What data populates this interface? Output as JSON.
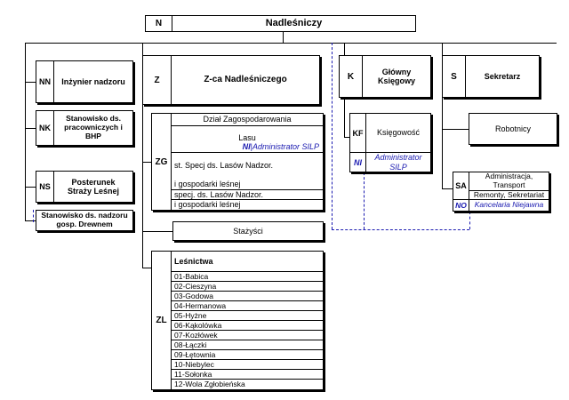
{
  "top": {
    "code": "N",
    "label": "Nadleśniczy"
  },
  "nn": {
    "code": "NN",
    "label": "Inżynier nadzoru"
  },
  "nk": {
    "code": "NK",
    "label": "Stanowisko ds. pracowniczych i BHP"
  },
  "ns": {
    "code": "NS",
    "label": "Posterunek Straży Leśnej"
  },
  "sn": {
    "label": "Stanowisko ds. nadzoru gosp. Drewnem"
  },
  "z": {
    "code": "Z",
    "label": "Z-ca Nadleśniczego"
  },
  "zg": {
    "code": "ZG",
    "title": "Dział Zagospodarowania",
    "line2": "Lasu",
    "ni_code": "NI",
    "ni_sep": " | ",
    "ni_label": "Administrator SILP",
    "spec1": "st. Specj ds. Lasów Nadzor.",
    "spec1b": "i gospodarki leśnej",
    "spec2": "specj. ds. Lasów Nadzor.",
    "spec2b": "i gospodarki leśnej"
  },
  "stazysci": {
    "label": "Stażyści"
  },
  "zl": {
    "code": "ZL",
    "title": "Leśnictwa",
    "items": [
      "01-Babica",
      "02-Cieszyna",
      "03-Godowa",
      "04-Hermanowa",
      "05-Hyżne",
      "06-Kąkolówka",
      "07-Kozłówek",
      "08-Łączki",
      "09-Łętownia",
      "10-Niebylec",
      "11-Sołonka",
      "12-Wola Zgłobieńska"
    ]
  },
  "k": {
    "code": "K",
    "label": "Główny Księgowy"
  },
  "kf": {
    "code": "KF",
    "label": "Księgowość",
    "ni_code": "NI",
    "ni_label": "Administrator SILP"
  },
  "s": {
    "code": "S",
    "label": "Sekretarz"
  },
  "robotnicy": {
    "label": "Robotnicy"
  },
  "sa": {
    "code": "SA",
    "label1": "Administracja, Transport",
    "label2": "Remonty, Sekretariat",
    "no_code": "NO",
    "no_label": "Kancelaria Niejawna"
  },
  "colors": {
    "line": "#000000",
    "dashed": "#1a1ab0",
    "text_blue": "#1a1ab0"
  }
}
